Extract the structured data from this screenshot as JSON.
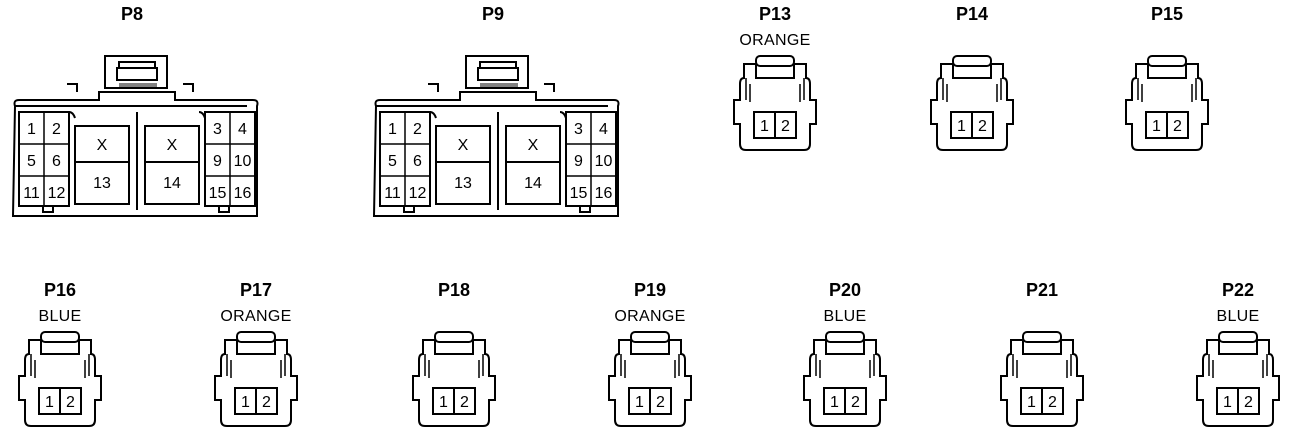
{
  "large_connectors": [
    {
      "id": "p8",
      "title": "P8",
      "left_pins": [
        "1",
        "2",
        "5",
        "6",
        "11",
        "12"
      ],
      "left_x": "X",
      "left_num": "13",
      "right_x": "X",
      "right_num": "14",
      "right_pins": [
        "3",
        "4",
        "9",
        "10",
        "15",
        "16"
      ]
    },
    {
      "id": "p9",
      "title": "P9",
      "left_pins": [
        "1",
        "2",
        "5",
        "6",
        "11",
        "12"
      ],
      "left_x": "X",
      "left_num": "13",
      "right_x": "X",
      "right_num": "14",
      "right_pins": [
        "3",
        "4",
        "9",
        "10",
        "15",
        "16"
      ]
    }
  ],
  "small_connectors": [
    {
      "id": "p13",
      "title": "P13",
      "color": "ORANGE",
      "pins": [
        "1",
        "2"
      ]
    },
    {
      "id": "p14",
      "title": "P14",
      "color": "",
      "pins": [
        "1",
        "2"
      ]
    },
    {
      "id": "p15",
      "title": "P15",
      "color": "",
      "pins": [
        "1",
        "2"
      ]
    },
    {
      "id": "p16",
      "title": "P16",
      "color": "BLUE",
      "pins": [
        "1",
        "2"
      ]
    },
    {
      "id": "p17",
      "title": "P17",
      "color": "ORANGE",
      "pins": [
        "1",
        "2"
      ]
    },
    {
      "id": "p18",
      "title": "P18",
      "color": "",
      "pins": [
        "1",
        "2"
      ]
    },
    {
      "id": "p19",
      "title": "P19",
      "color": "ORANGE",
      "pins": [
        "1",
        "2"
      ]
    },
    {
      "id": "p20",
      "title": "P20",
      "color": "BLUE",
      "pins": [
        "1",
        "2"
      ]
    },
    {
      "id": "p21",
      "title": "P21",
      "color": "",
      "pins": [
        "1",
        "2"
      ]
    },
    {
      "id": "p22",
      "title": "P22",
      "color": "BLUE",
      "pins": [
        "1",
        "2"
      ]
    }
  ]
}
